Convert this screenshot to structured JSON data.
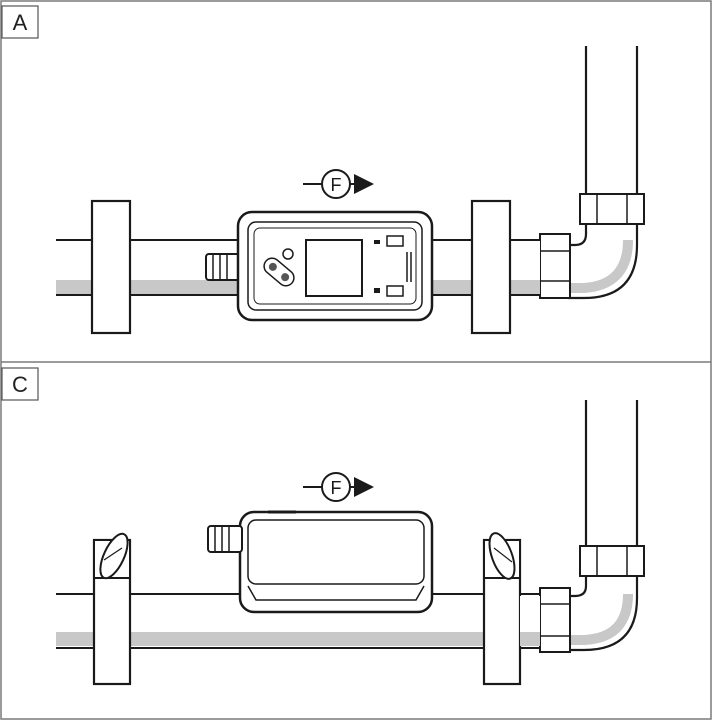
{
  "panels": [
    {
      "label": "A",
      "flow_symbol": "F"
    },
    {
      "label": "C",
      "flow_symbol": "F"
    }
  ],
  "colors": {
    "line": "#1a1a1a",
    "pipe_shadow": "#c8c8c8",
    "frame": "#7a7a7a",
    "background": "#ffffff"
  }
}
